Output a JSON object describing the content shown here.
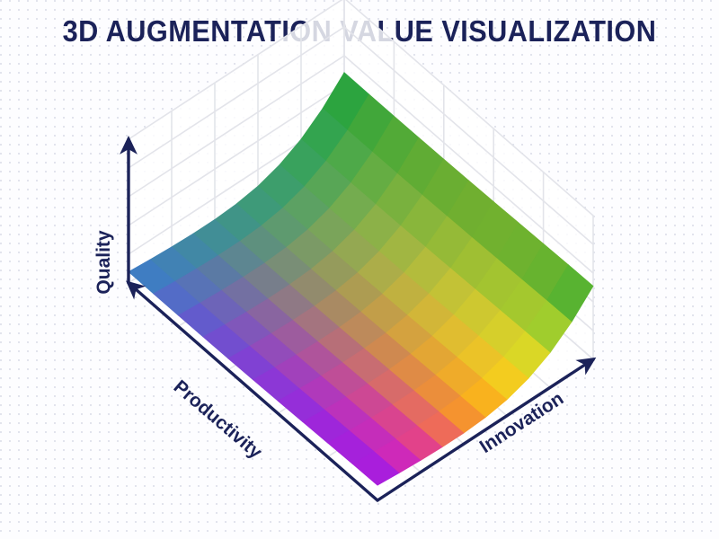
{
  "page": {
    "background": "#fdfdff",
    "dot_color": "#c9ccdd",
    "ink": "#1b2259"
  },
  "header": {
    "title": "3D AUGMENTATION VALUE VISUALIZATION"
  },
  "chart_data": {
    "type": "surface",
    "title": "3D AUGMENTATION VALUE VISUALIZATION",
    "xlabel": "Productivity",
    "ylabel": "Innovation",
    "zlabel": "Quality",
    "grid": true,
    "legend": "none",
    "axes": {
      "x": {
        "label": "Productivity",
        "range": [
          0,
          10
        ],
        "ticks": 5
      },
      "y": {
        "label": "Innovation",
        "range": [
          0,
          10
        ],
        "ticks": 5
      },
      "z": {
        "label": "Quality",
        "range": [
          0,
          10
        ],
        "ticks": 5
      }
    },
    "nx": 11,
    "ny": 11,
    "x": [
      0,
      1,
      2,
      3,
      4,
      5,
      6,
      7,
      8,
      9,
      10
    ],
    "y": [
      0,
      1,
      2,
      3,
      4,
      5,
      6,
      7,
      8,
      9,
      10
    ],
    "z": [
      [
        1.05,
        0.92,
        0.82,
        0.76,
        0.76,
        0.86,
        1.12,
        1.62,
        2.42,
        3.58,
        5.1
      ],
      [
        1.02,
        0.89,
        0.79,
        0.73,
        0.73,
        0.83,
        1.09,
        1.59,
        2.39,
        3.55,
        5.07
      ],
      [
        0.97,
        0.84,
        0.74,
        0.68,
        0.68,
        0.78,
        1.04,
        1.54,
        2.34,
        3.5,
        5.02
      ],
      [
        0.92,
        0.79,
        0.69,
        0.63,
        0.63,
        0.73,
        0.99,
        1.49,
        2.29,
        3.45,
        4.97
      ],
      [
        0.87,
        0.74,
        0.64,
        0.58,
        0.58,
        0.68,
        0.94,
        1.44,
        2.24,
        3.4,
        4.92
      ],
      [
        0.83,
        0.7,
        0.6,
        0.54,
        0.54,
        0.64,
        0.9,
        1.4,
        2.2,
        3.36,
        4.88
      ],
      [
        0.8,
        0.67,
        0.57,
        0.51,
        0.51,
        0.61,
        0.87,
        1.37,
        2.17,
        3.33,
        4.85
      ],
      [
        0.78,
        0.65,
        0.55,
        0.49,
        0.49,
        0.59,
        0.85,
        1.35,
        2.15,
        3.31,
        4.83
      ],
      [
        0.77,
        0.64,
        0.54,
        0.48,
        0.48,
        0.58,
        0.84,
        1.34,
        2.14,
        3.3,
        4.82
      ],
      [
        0.77,
        0.64,
        0.54,
        0.48,
        0.48,
        0.58,
        0.84,
        1.34,
        2.14,
        3.3,
        4.82
      ],
      [
        0.78,
        0.65,
        0.55,
        0.49,
        0.49,
        0.59,
        0.85,
        1.35,
        2.15,
        3.31,
        4.83
      ]
    ],
    "colormap": {
      "name": "spectral-rainbow",
      "description": "hue sweeps with position: purple/magenta at near-left, orange/yellow at near-right, blue/teal to green at far edge",
      "corners": {
        "near_left": "#9010e8",
        "near_right": "#ffc40d",
        "far_left": "#2f7fc4",
        "far_right": "#1faa3c"
      },
      "stops": [
        "#8f10e8",
        "#c31ad0",
        "#e0269b",
        "#ef4f6a",
        "#f8802f",
        "#ffa510",
        "#ffc40d",
        "#f2df17",
        "#c8e024",
        "#72cc2f",
        "#2aa83a"
      ]
    },
    "projection": {
      "origin": [
        420,
        557
      ],
      "x_axis_end": [
        143,
        315
      ],
      "y_axis_end": [
        660,
        400
      ],
      "z_axis_top": [
        143,
        155
      ],
      "note": "isometric-style oblique projection, z up"
    }
  },
  "axis_labels": {
    "quality": "Quality",
    "productivity": "Productivity",
    "innovation": "Innovation"
  },
  "icons": {
    "x_axis_arrow": "arrow-up-left-icon",
    "y_axis_arrow": "arrow-up-right-icon",
    "z_axis_arrow": "arrow-up-icon"
  }
}
